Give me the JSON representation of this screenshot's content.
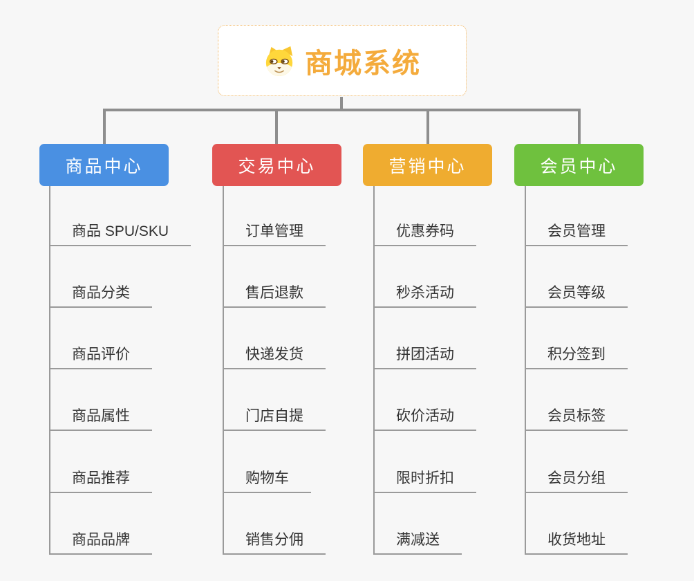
{
  "root": {
    "title": "商城系统",
    "icon": "dog-face-icon",
    "border_color": "#f0b35c",
    "title_color": "#f4ab3c",
    "background": "#ffffff"
  },
  "canvas": {
    "background": "#f7f7f7",
    "connector_color": "#8e8e8e",
    "underline_color": "#9a9a9a",
    "leaf_text_color": "#333333"
  },
  "branches": [
    {
      "label": "商品中心",
      "color": "#4a90e2",
      "items": [
        "商品 SPU/SKU",
        "商品分类",
        "商品评价",
        "商品属性",
        "商品推荐",
        "商品品牌"
      ]
    },
    {
      "label": "交易中心",
      "color": "#e25553",
      "items": [
        "订单管理",
        "售后退款",
        "快递发货",
        "门店自提",
        "购物车",
        "销售分佣"
      ]
    },
    {
      "label": "营销中心",
      "color": "#efac30",
      "items": [
        "优惠券码",
        "秒杀活动",
        "拼团活动",
        "砍价活动",
        "限时折扣",
        "满减送"
      ]
    },
    {
      "label": "会员中心",
      "color": "#6fc13e",
      "items": [
        "会员管理",
        "会员等级",
        "积分签到",
        "会员标签",
        "会员分组",
        "收货地址"
      ]
    }
  ]
}
